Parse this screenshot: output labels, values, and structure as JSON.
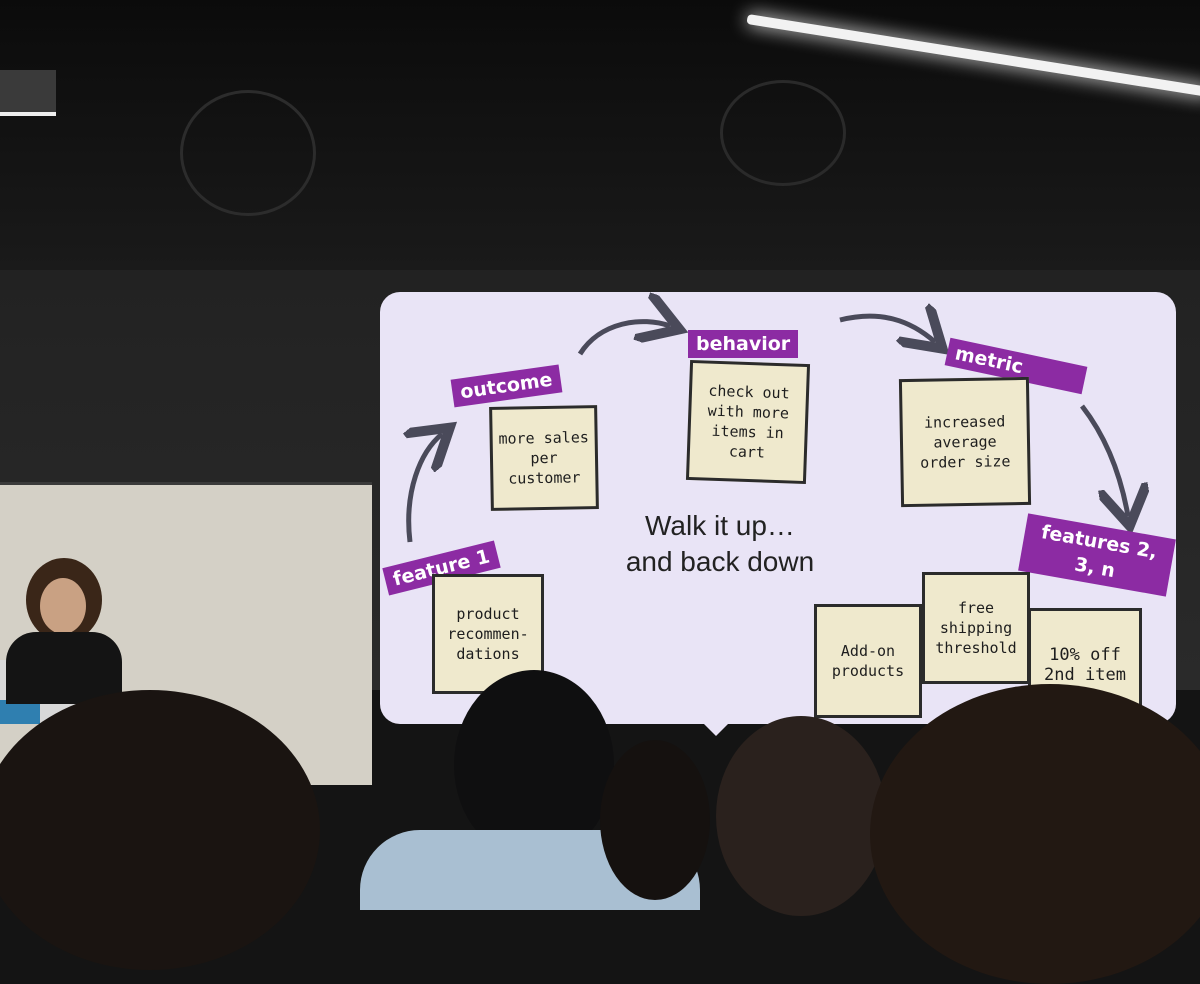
{
  "slide": {
    "center_line1": "Walk it up…",
    "center_line2": "and back down",
    "labels": {
      "outcome": "outcome",
      "behavior": "behavior",
      "metric": "metric",
      "feature1": "feature 1",
      "features": "features 2, 3, n"
    },
    "notes": {
      "outcome": "more sales per customer",
      "behavior": "check out with more items in cart",
      "metric": "increased average order size",
      "feature1": "product recommen- dations",
      "addon": "Add-on products",
      "shipping": "free shipping threshold",
      "discount": "10% off 2nd item"
    },
    "colors": {
      "label": "#8c2ba3",
      "screen": "#e9e4f6",
      "note": "#efe9cd"
    }
  }
}
